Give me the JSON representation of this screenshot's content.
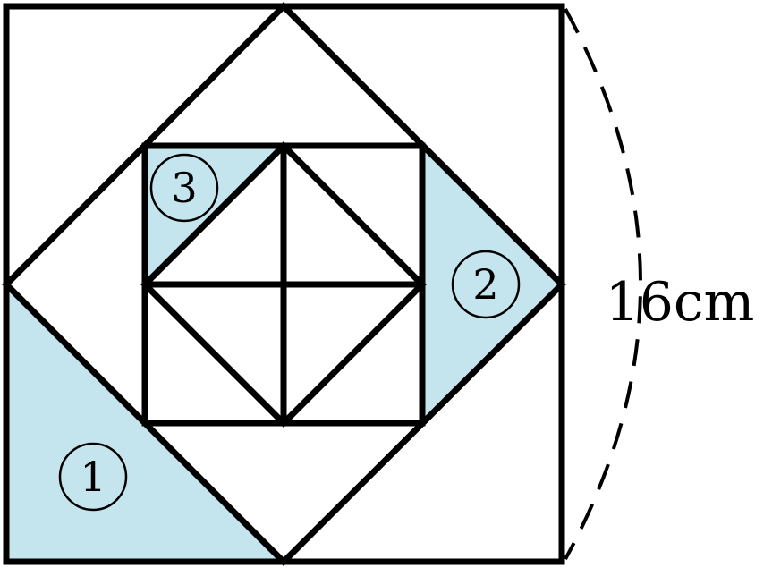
{
  "diagram": {
    "shade_color": "#c5e5ee",
    "line_color": "#000000",
    "regions": [
      {
        "id": "region-1",
        "label": "①"
      },
      {
        "id": "region-2",
        "label": "②"
      },
      {
        "id": "region-3",
        "label": "③"
      }
    ],
    "dimension_label": "16cm"
  }
}
